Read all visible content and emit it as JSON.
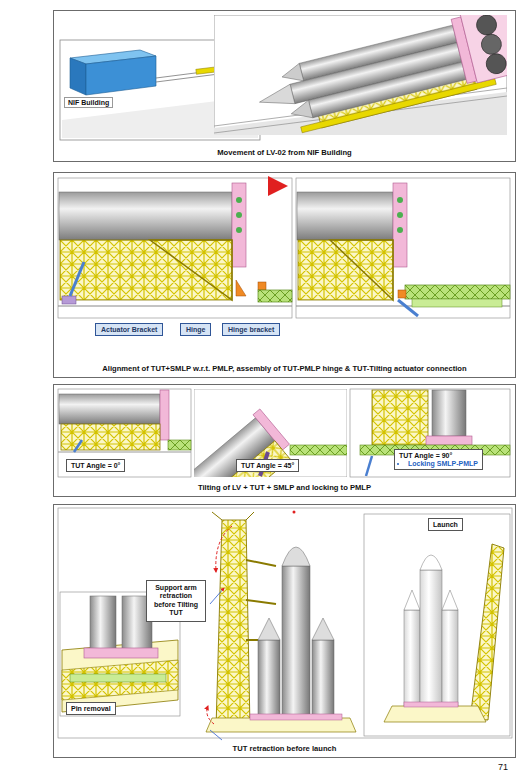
{
  "diagram": {
    "nodes": [
      {
        "text": [
          "Movement of LV-02 from NIF Building"
        ]
      },
      {
        "text": [
          "Alignment of TUT+SMLP w.r.t. PMLP, assembly of TUT-PMLP hinge & TUT-Tilting actuator connection"
        ]
      },
      {
        "text": [
          "Actuator Bracket"
        ],
        "in": 1
      },
      {
        "text": [
          "Hinge"
        ],
        "in": 1
      },
      {
        "text": [
          "Hinge bracket"
        ],
        "in": 1
      },
      {
        "text": [
          "Tilting of LV + TUT + SMLP and locking to PMLP"
        ]
      },
      {
        "text": [
          "TUT Angle = 0°"
        ],
        "in": 5
      },
      {
        "text": [
          "TUT Angle = 45°"
        ],
        "in": 5
      },
      {
        "text": [
          "TUT Angle = 90°",
          "Locking SMLP-PMLP"
        ],
        "in": 5
      },
      {
        "text": [
          "TUT retraction before launch"
        ]
      },
      {
        "text": [
          "Support arm retraction before Tilting TUT"
        ],
        "in": 9
      },
      {
        "text": [
          "Pin removal"
        ],
        "in": 9
      },
      {
        "text": [
          "Launch"
        ],
        "in": 9
      }
    ],
    "labels": [
      "NIF Building",
      "71"
    ]
  }
}
